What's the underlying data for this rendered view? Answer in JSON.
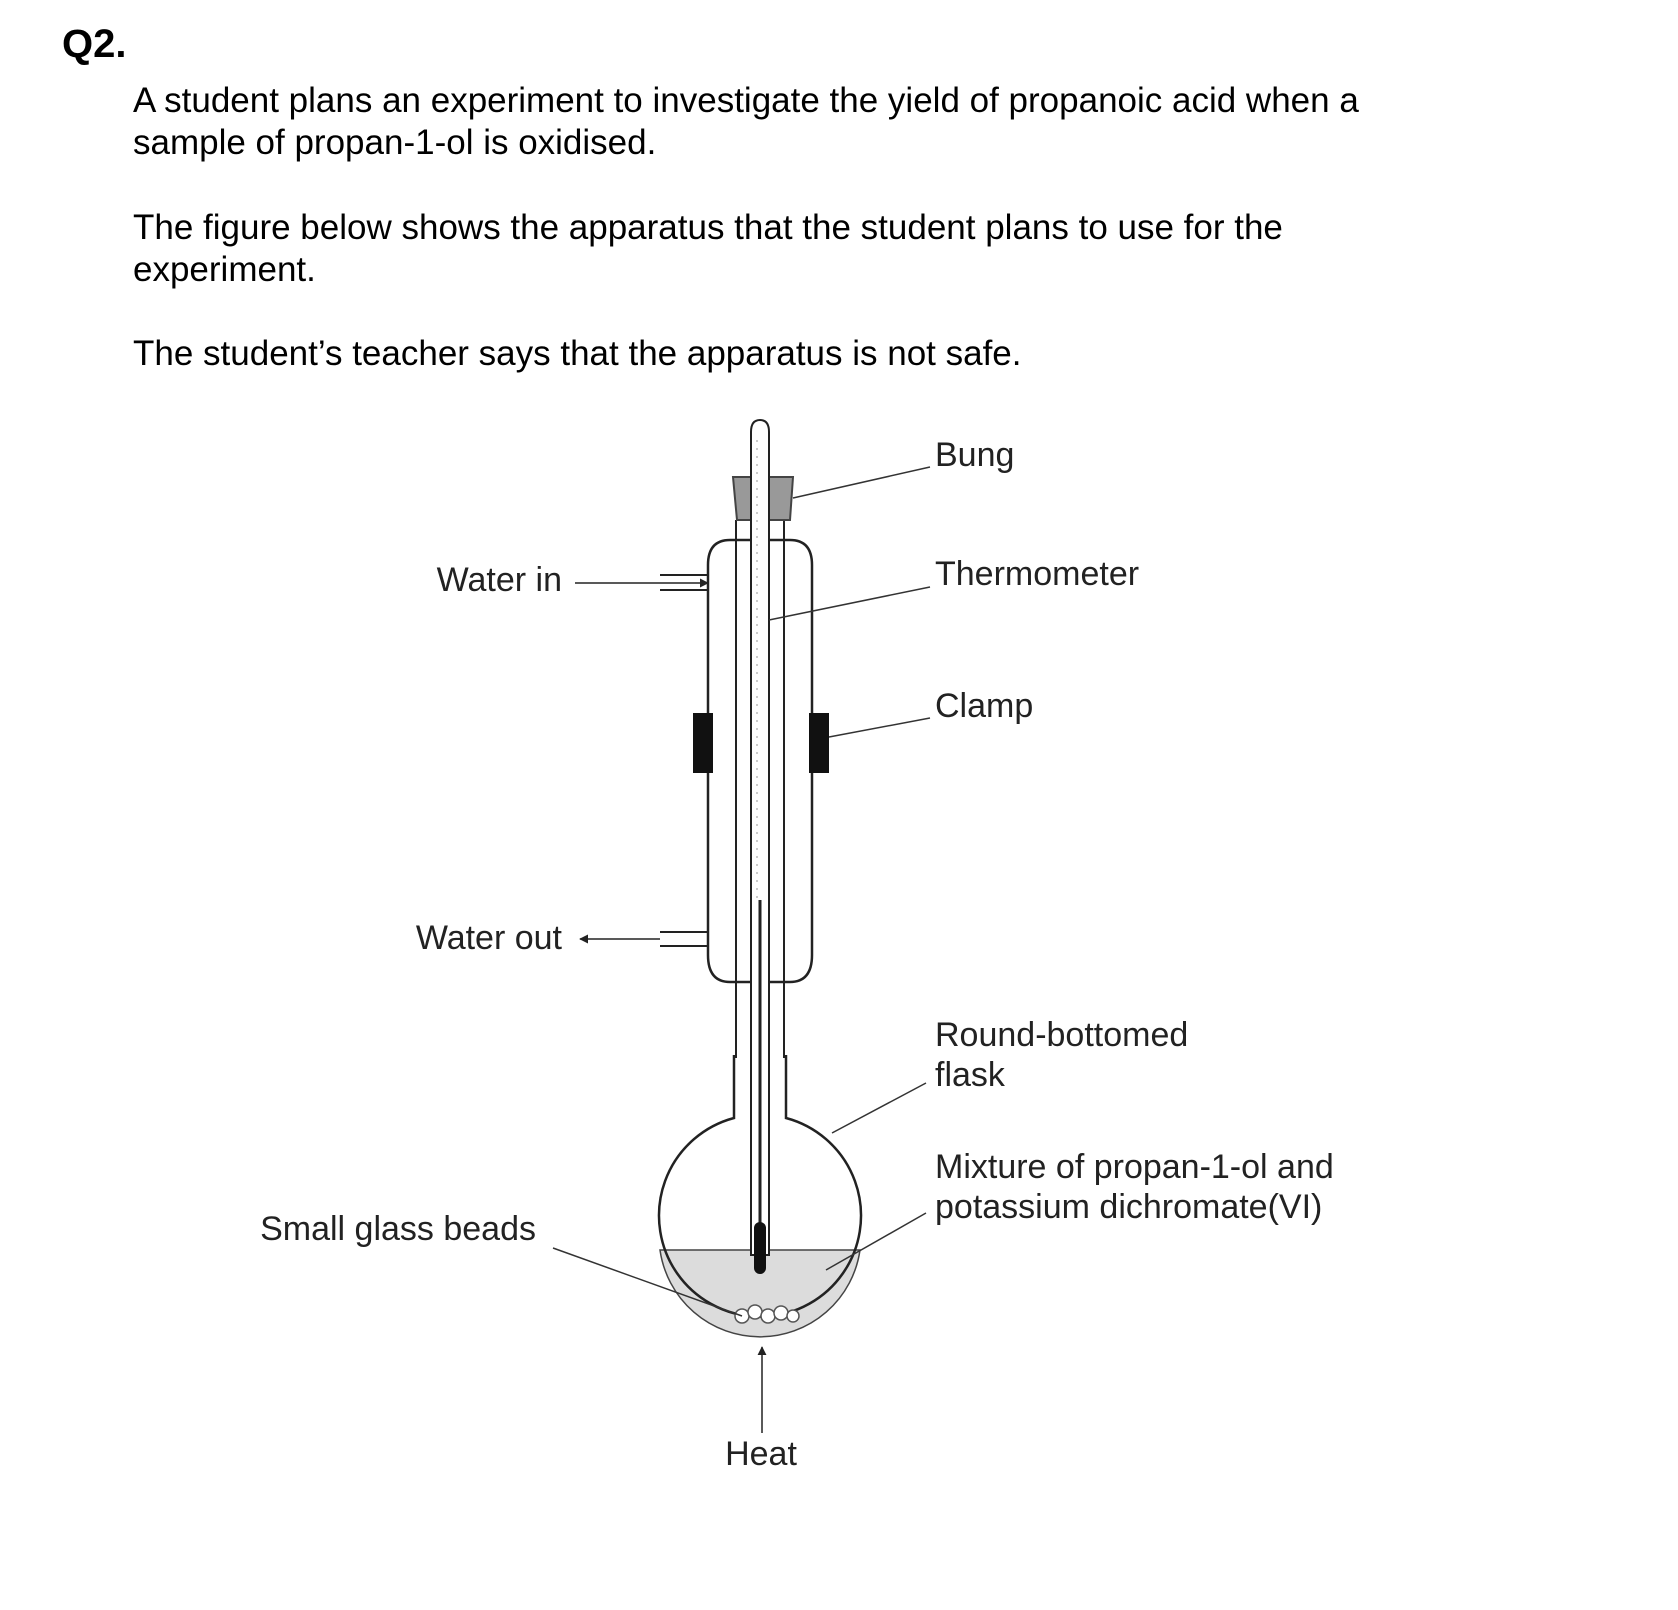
{
  "question": {
    "number": "Q2.",
    "paragraphs": [
      [
        "A student plans an experiment to investigate the yield of propanoic acid when a",
        "sample of propan-1-ol is oxidised."
      ],
      [
        "The figure below shows the apparatus that the student plans to use for the",
        "experiment."
      ],
      [
        "The student’s teacher says that the apparatus is not safe."
      ]
    ]
  },
  "figure": {
    "labels": {
      "bung": "Bung",
      "thermometer": "Thermometer",
      "clamp": "Clamp",
      "water_in": "Water in",
      "water_out": "Water out",
      "flask": [
        "Round-bottomed",
        "flask"
      ],
      "mixture": [
        "Mixture of propan-1-ol and",
        "potassium dichromate(VI)"
      ],
      "beads": "Small glass beads",
      "heat": "Heat"
    }
  }
}
